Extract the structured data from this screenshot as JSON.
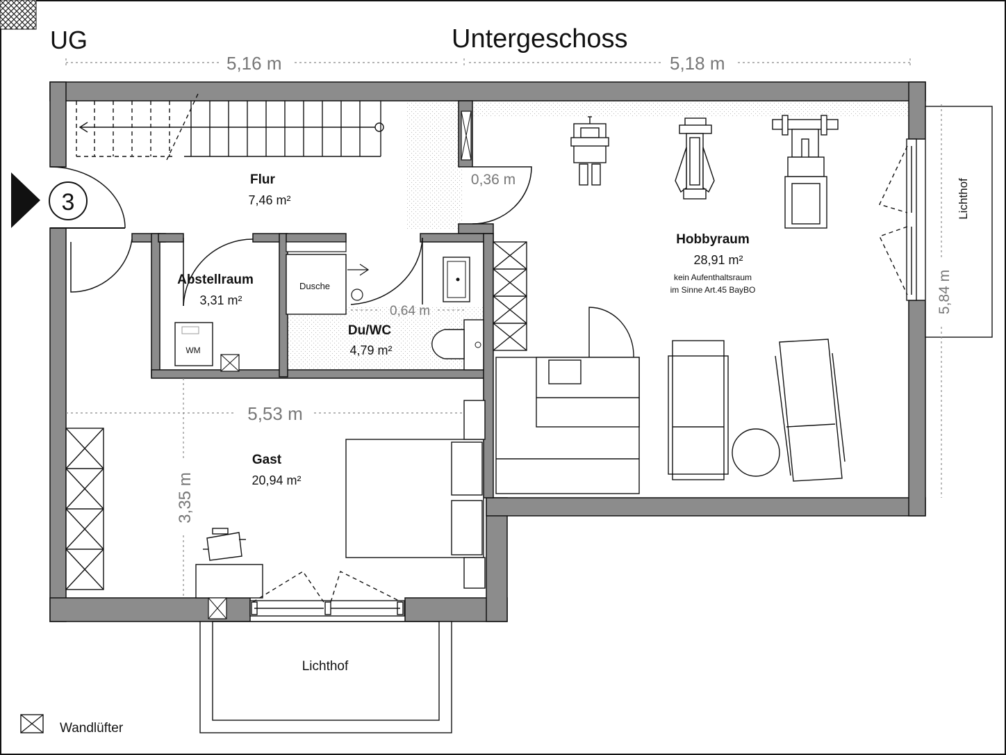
{
  "header": {
    "floor_code": "UG",
    "floor_title": "Untergeschoss"
  },
  "entrance": {
    "number": "3"
  },
  "dimensions": {
    "top_left": "5,16 m",
    "top_right": "5,18 m",
    "door_gap": "0,36 m",
    "bath_gap": "0,64 m",
    "gast_width": "5,53 m",
    "gast_height": "3,35 m",
    "lichthof_right_height": "5,84 m"
  },
  "rooms": {
    "flur": {
      "name": "Flur",
      "area": "7,46 m²"
    },
    "abstellraum": {
      "name": "Abstellraum",
      "area": "3,31 m²",
      "appliance": "WM"
    },
    "duwc": {
      "name": "Du/WC",
      "area": "4,79 m²",
      "shower": "Dusche"
    },
    "hobbyraum": {
      "name": "Hobbyraum",
      "area": "28,91 m²",
      "note_1": "kein Aufenthaltsraum",
      "note_2": "im Sinne Art.45 BayBO"
    },
    "gast": {
      "name": "Gast",
      "area": "20,94 m²"
    },
    "lichthof_bottom": {
      "name": "Lichthof"
    },
    "lichthof_right": {
      "name": "Lichthof"
    }
  },
  "legend": {
    "vent_label": "Wandlüfter"
  },
  "colors": {
    "wall": "#8c8c8c",
    "wall_stroke": "#111111",
    "dimension": "#777777",
    "text": "#111111"
  }
}
